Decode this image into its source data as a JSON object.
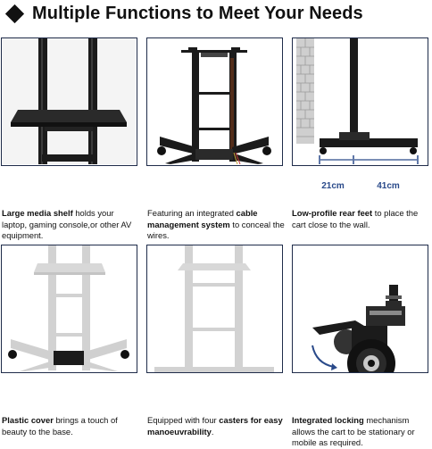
{
  "header": {
    "title": "Multiple Functions to Meet Your Needs"
  },
  "captions": [
    {
      "bold": "Large media shelf",
      "rest": " holds your laptop, gaming console,or other AV equipment."
    },
    {
      "pre": "Featuring an integrated ",
      "bold": "cable management system",
      "rest": " to conceal the wires."
    },
    {
      "bold": "Low-profile rear feet",
      "rest": " to place the cart close to the wall."
    },
    {
      "bold": "Plastic cover",
      "rest": " brings a touch of beauty to the base."
    },
    {
      "pre": "Equipped with four ",
      "bold": "casters for easy manoeuvrability",
      "rest": "."
    },
    {
      "bold": "Integrated locking",
      "rest": " mechanism allows the cart to be stationary or mobile as required."
    }
  ],
  "dimensions": {
    "left": "21cm",
    "right": "41cm"
  },
  "colors": {
    "border": "#1f2c4a",
    "metal": "#1b1b1b",
    "light_metal": "#d2d2d2",
    "accent_blue": "#2a4a8a"
  }
}
